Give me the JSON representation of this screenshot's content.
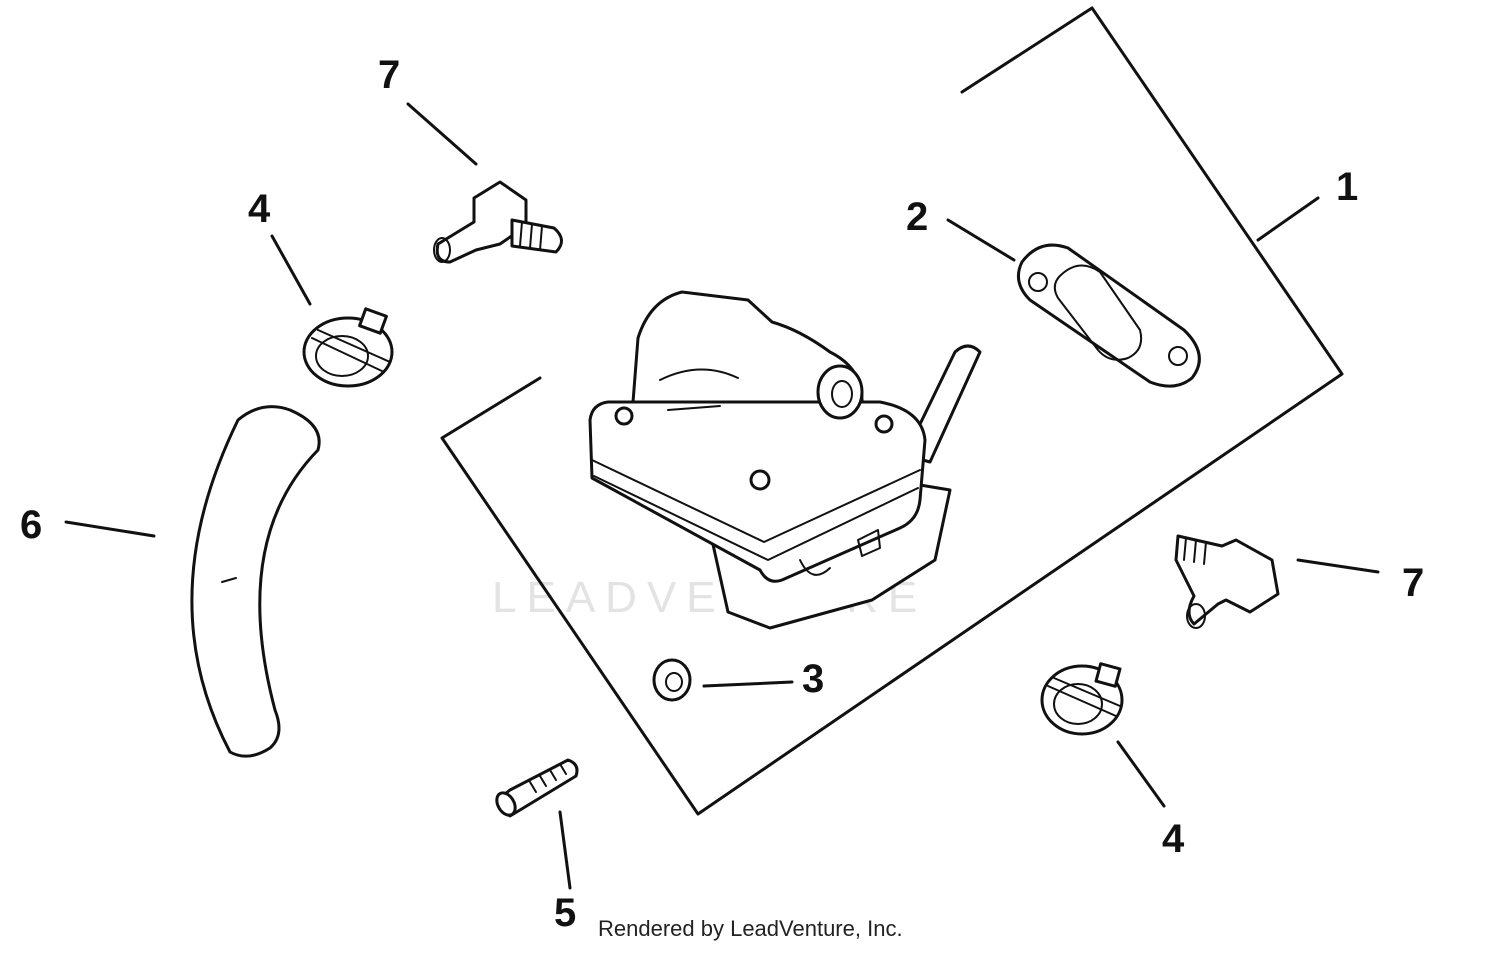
{
  "callouts": {
    "c1": "1",
    "c2": "2",
    "c3": "3",
    "c4_top": "4",
    "c4_bottom": "4",
    "c5": "5",
    "c6": "6",
    "c7_top": "7",
    "c7_right": "7"
  },
  "watermark": "LEADVENTURE",
  "credit": "Rendered by LeadVenture, Inc.",
  "colors": {
    "ink": "#111111",
    "paper": "#ffffff",
    "watermark": "#e3e3e3"
  }
}
